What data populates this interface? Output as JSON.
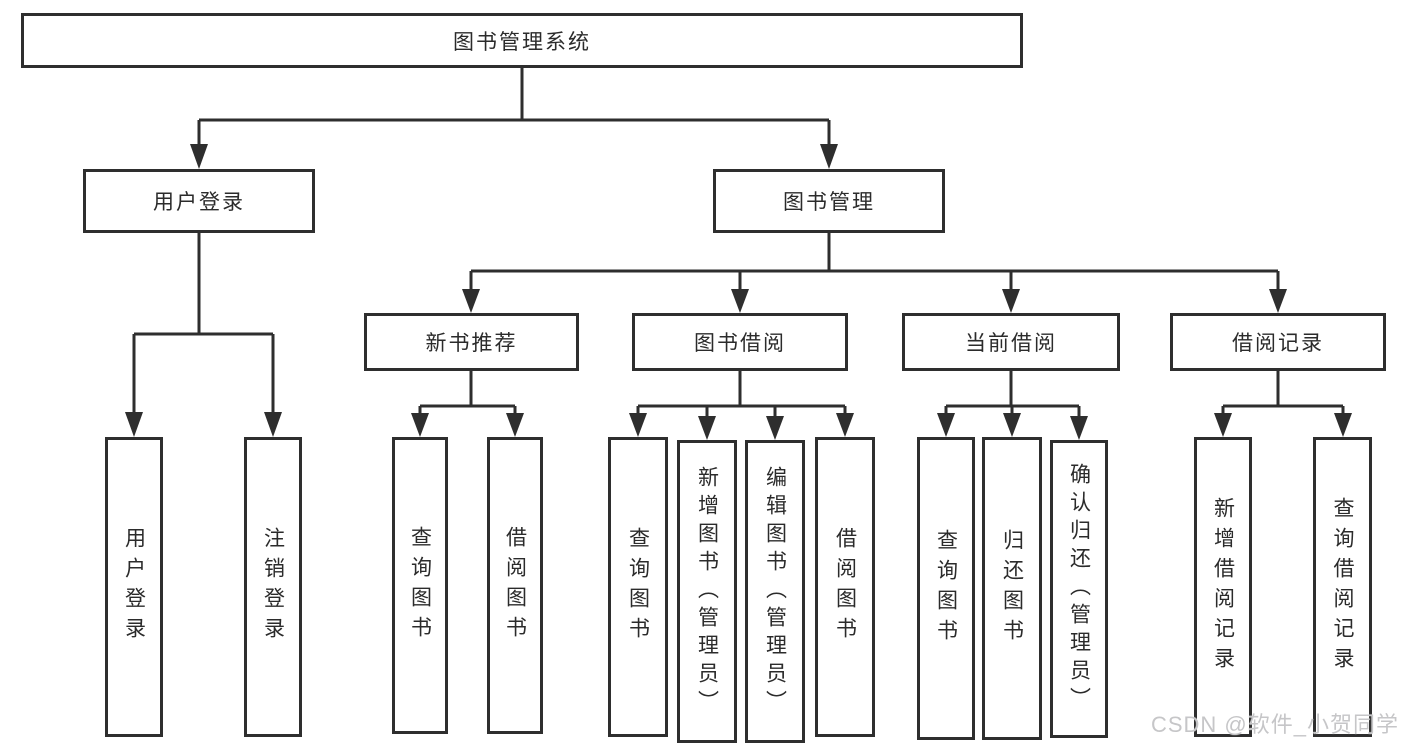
{
  "diagram": {
    "root": "图书管理系统",
    "level1": {
      "user_login": "用户登录",
      "book_mgmt": "图书管理"
    },
    "level2": {
      "new_books": "新书推荐",
      "borrowing": "图书借阅",
      "current": "当前借阅",
      "records": "借阅记录"
    },
    "leaves": {
      "login": [
        "用户登录",
        "注销登录"
      ],
      "new_books": [
        "查询图书",
        "借阅图书"
      ],
      "borrowing": [
        "查询图书",
        "新增图书（管理员）",
        "编辑图书（管理员）",
        "借阅图书"
      ],
      "current": [
        "查询图书",
        "归还图书",
        "确认归还（管理员）"
      ],
      "records": [
        "新增借阅记录",
        "查询借阅记录"
      ]
    }
  },
  "watermark": "CSDN @软件_小贺同学",
  "colors": {
    "line": "#2e2e2e",
    "text": "#2b2b2b",
    "watermark": "#c6c6c8"
  }
}
